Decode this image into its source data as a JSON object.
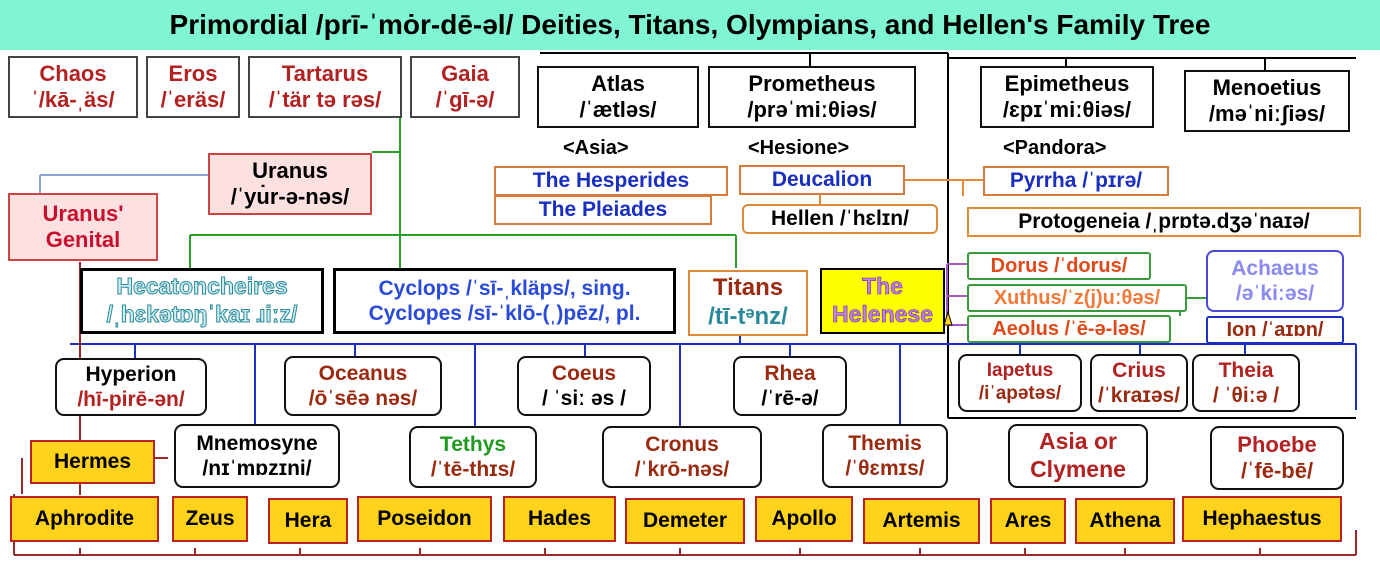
{
  "title": "Primordial /prī-ˈmȯr-dē-əl/ Deities, Titans, Olympians, and Hellen's Family Tree",
  "primordials": [
    {
      "name": "Chaos",
      "ipa": "ˈ/kā-ˌäs/"
    },
    {
      "name": "Eros",
      "ipa": "/ˈeräs/"
    },
    {
      "name": "Tartarus",
      "ipa": "/ˈtär tə rəs/"
    },
    {
      "name": "Gaia",
      "ipa": "/ˈgī-ə/"
    }
  ],
  "uranus": {
    "name": "Uranus",
    "ipa": "/ˈyu̇r-ə-nəs/"
  },
  "uranus_genital": {
    "line1": "Uranus'",
    "line2": "Genital"
  },
  "hecatoncheires": {
    "name": "Hecatoncheires",
    "ipa": "/ˌhɛkətɒŋˈkaɪ ɹiːz/"
  },
  "cyclops": {
    "line1": "Cyclops /ˈsī-ˌkläps/, sing.",
    "line2": "Cyclopes /sī-ˈklō-(ˌ)pēz/, pl."
  },
  "titans_label": {
    "name": "Titans",
    "ipa": "/tī-tᵊnz/"
  },
  "hellenes_label": {
    "line1": "The",
    "line2": "Helenese"
  },
  "iapetus_sons": [
    {
      "name": "Atlas",
      "ipa": "/ˈætləs/"
    },
    {
      "name": "Prometheus",
      "ipa": "/prəˈmiːθiəs/"
    },
    {
      "name": "Epimetheus",
      "ipa": "/ɛpɪˈmiːθiəs/"
    },
    {
      "name": "Menoetius",
      "ipa": "/məˈniːʃiəs/"
    }
  ],
  "wives": {
    "asia": "<Asia>",
    "hesione": "<Hesione>",
    "pandora": "<Pandora>"
  },
  "hesperides": "The Hesperides",
  "pleiades": "The Pleiades",
  "deucalion": "Deucalion",
  "pyrrha": "Pyrrha /ˈpɪrə/",
  "hellen": "Hellen /ˈhɛlɪn/",
  "protogeneia": "Protogeneia /ˌprɒtə.dʒəˈnaɪə/",
  "hellen_sons": [
    "Dorus /ˈdorus/",
    "Xuthus/ˈz(j)uːθəs/",
    "Aeolus /ˈē-ə-ləs/"
  ],
  "achaeus": {
    "name": "Achaeus",
    "ipa": "/əˈkiːəs/"
  },
  "ion": "Ion /ˈaɪɒn/",
  "titans_row1": [
    {
      "name": "Hyperion",
      "ipa": "/hī-pirē-ən/"
    },
    {
      "name": "Oceanus",
      "ipa": "/ōˈsēə nəs/"
    },
    {
      "name": "Coeus",
      "ipa": "/ ˈsiː əs /"
    },
    {
      "name": "Rhea",
      "ipa": "/ˈrē-ə/"
    },
    {
      "name": "Iapetus",
      "ipa": "/iˈapətəs/"
    },
    {
      "name": "Crius",
      "ipa": "/ˈkraɪəs/"
    },
    {
      "name": "Theia",
      "ipa": "/ ˈθiːə /"
    }
  ],
  "titans_row2": [
    {
      "name": "Mnemosyne",
      "ipa": "/nɪˈmɒzɪni/"
    },
    {
      "name": "Tethys",
      "ipa": "/ˈtē-thɪs/"
    },
    {
      "name": "Cronus",
      "ipa": "/ˈkrō-nəs/"
    },
    {
      "name": "Themis",
      "ipa": "/ˈθɛmɪs/"
    },
    {
      "name": "Asia or",
      "ipa": "Clymene"
    },
    {
      "name": "Phoebe",
      "ipa": "/ˈfē-bē/"
    }
  ],
  "hermes": "Hermes",
  "olympians": [
    "Aphrodite",
    "Zeus",
    "Hera",
    "Poseidon",
    "Hades",
    "Demeter",
    "Apollo",
    "Artemis",
    "Ares",
    "Athena",
    "Hephaestus"
  ],
  "colors": {
    "title_bg": "#7ff5d2",
    "olympian_gold": "#ffd21c",
    "blue_line": "#1a2fc0",
    "green_line": "#3a9a3a",
    "red_line": "#9a2a2a",
    "orange_line": "#e08a3a"
  }
}
